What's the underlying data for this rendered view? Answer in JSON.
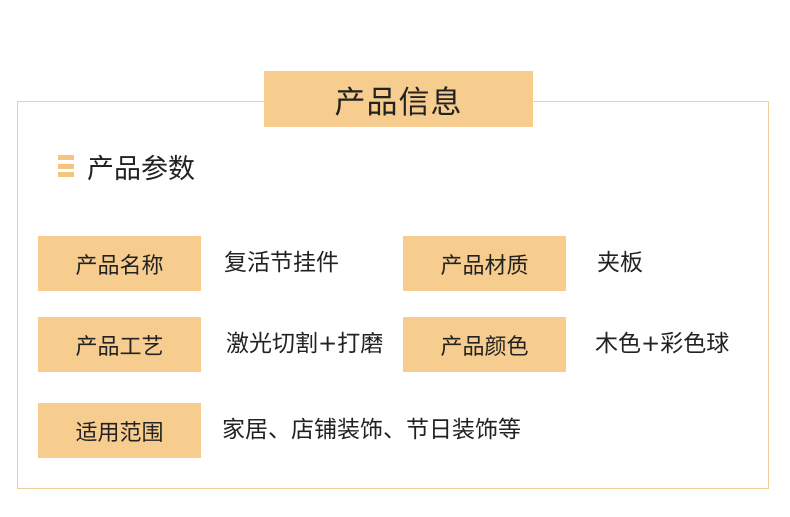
{
  "header": {
    "title": "产品信息"
  },
  "section": {
    "heading": "产品参数",
    "icon": "bars-icon"
  },
  "params": [
    {
      "label": "产品名称",
      "value": "复活节挂件"
    },
    {
      "label": "产品材质",
      "value": "夹板"
    },
    {
      "label": "产品工艺",
      "value": "激光切割+打磨"
    },
    {
      "label": "产品颜色",
      "value": "木色+彩色球"
    },
    {
      "label": "适用范围",
      "value": "家居、店铺装饰、节日装饰等"
    }
  ],
  "colors": {
    "accent": "#f6cd8e",
    "frame_border": "#f0cf9a",
    "text": "#222222"
  }
}
